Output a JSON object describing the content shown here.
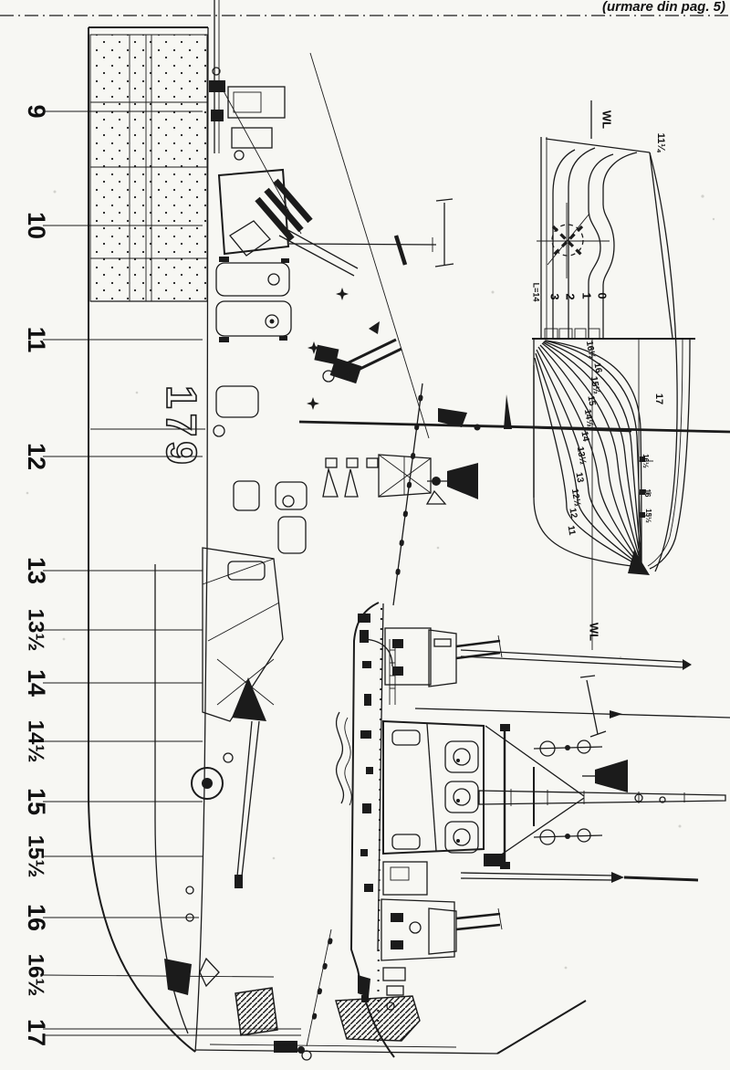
{
  "page": {
    "continuation_note": "(urmare din pag. 5)",
    "ink_color": "#1b1b1b",
    "paper_color": "#f7f7f3"
  },
  "plan_view": {
    "hull_number": "179",
    "station_scale": [
      "9",
      "10",
      "11",
      "12",
      "13",
      "13½",
      "14",
      "14½",
      "15",
      "15½",
      "16",
      "16½",
      "17"
    ]
  },
  "body_plan": {
    "aft": {
      "waterline_label": "WL",
      "corner_label": "11¼",
      "scale_label": "L=14",
      "buttock_labels": [
        "3",
        "2",
        "1",
        "0"
      ]
    },
    "forward": {
      "section_labels": [
        "16½",
        "16",
        "15½",
        "15",
        "14½",
        "14",
        "13½",
        "13",
        "12½",
        "12",
        "11"
      ],
      "stem_labels": [
        "17",
        "16½",
        "16",
        "15½"
      ],
      "waterline_label": "WL"
    }
  }
}
